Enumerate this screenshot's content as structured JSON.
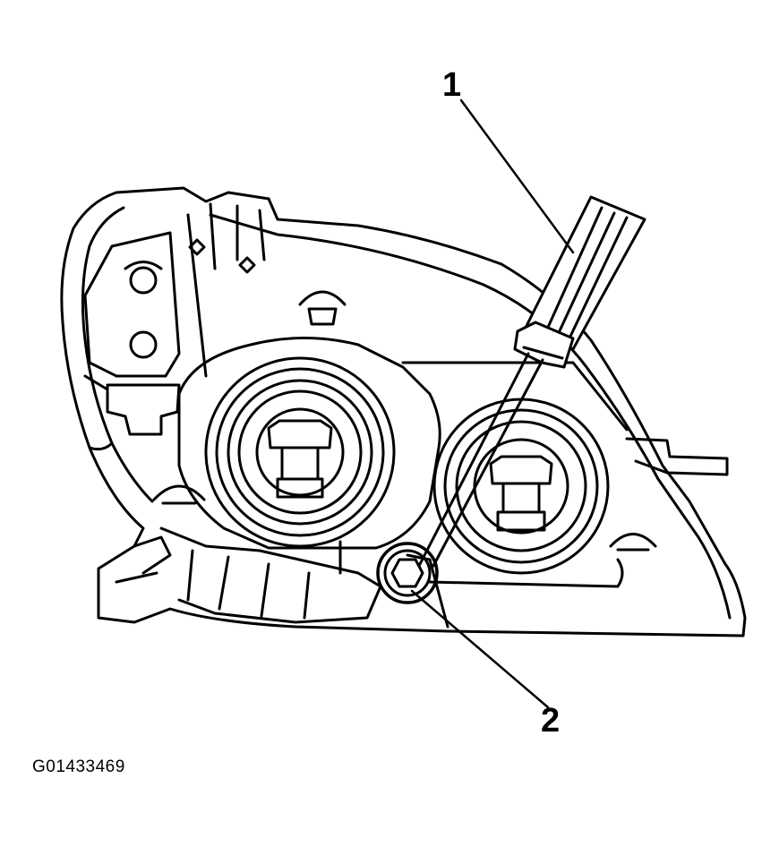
{
  "callouts": {
    "one": "1",
    "two": "2"
  },
  "figure_id": "G01433469",
  "colors": {
    "ink": "#000000",
    "paper": "#ffffff"
  }
}
